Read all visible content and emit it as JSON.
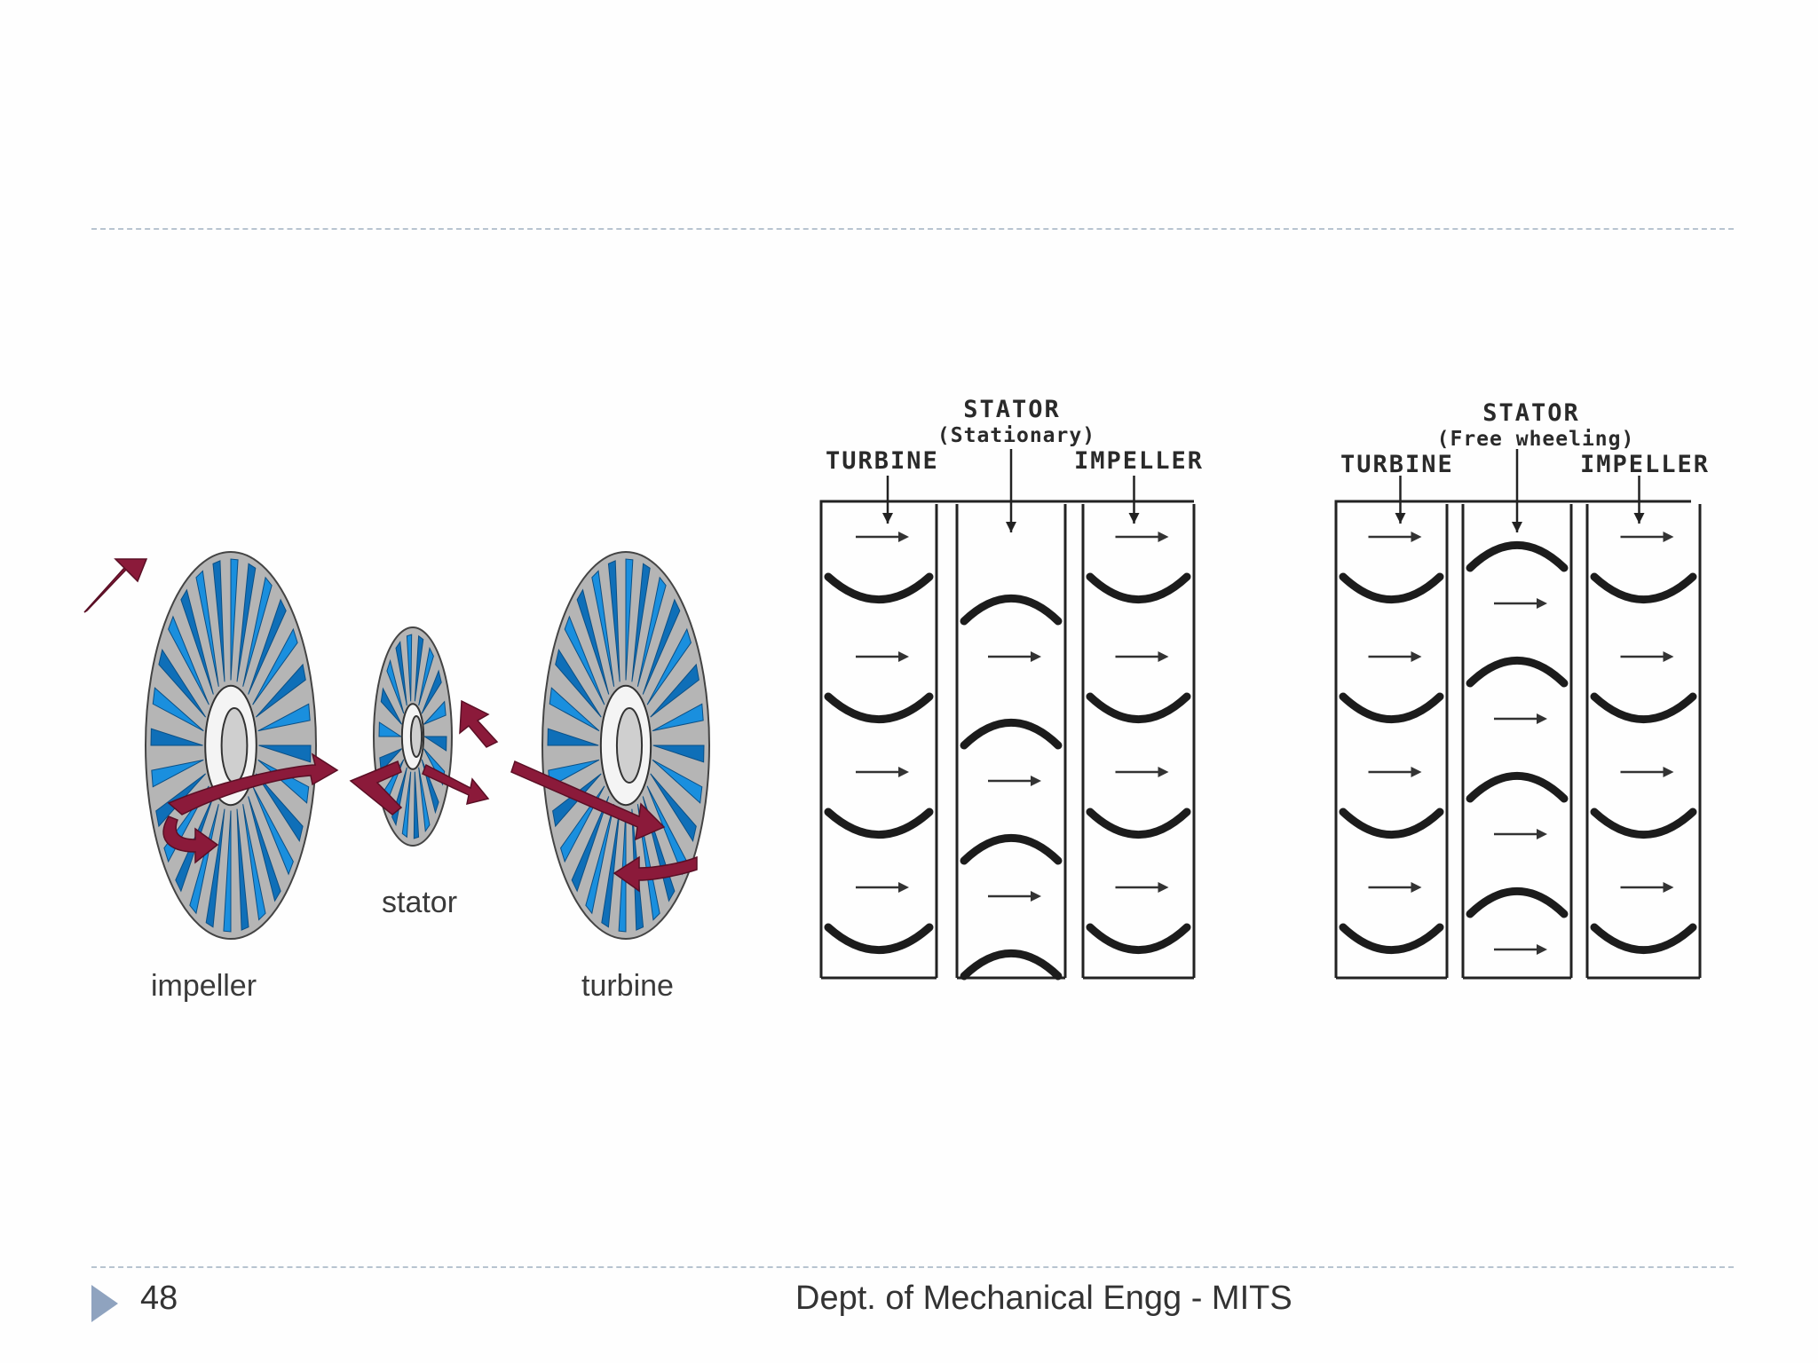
{
  "figure_3d": {
    "labels": {
      "impeller": "impeller",
      "stator": "stator",
      "turbine": "turbine"
    },
    "colors": {
      "blade_blue": "#1683d0",
      "arrow_maroon": "#8b1a3a",
      "casing_grey": "#b5b5b5"
    }
  },
  "diagram_stationary": {
    "title": "STATOR",
    "subtitle": "(Stationary)",
    "left_label": "TURBINE",
    "right_label": "IMPELLER"
  },
  "diagram_freewheel": {
    "title": "STATOR",
    "subtitle": "(Free wheeling)",
    "left_label": "TURBINE",
    "right_label": "IMPELLER"
  },
  "footer": {
    "page_number": "48",
    "text": "Dept. of Mechanical Engg - MITS",
    "accent_color": "#8fa3bf"
  }
}
